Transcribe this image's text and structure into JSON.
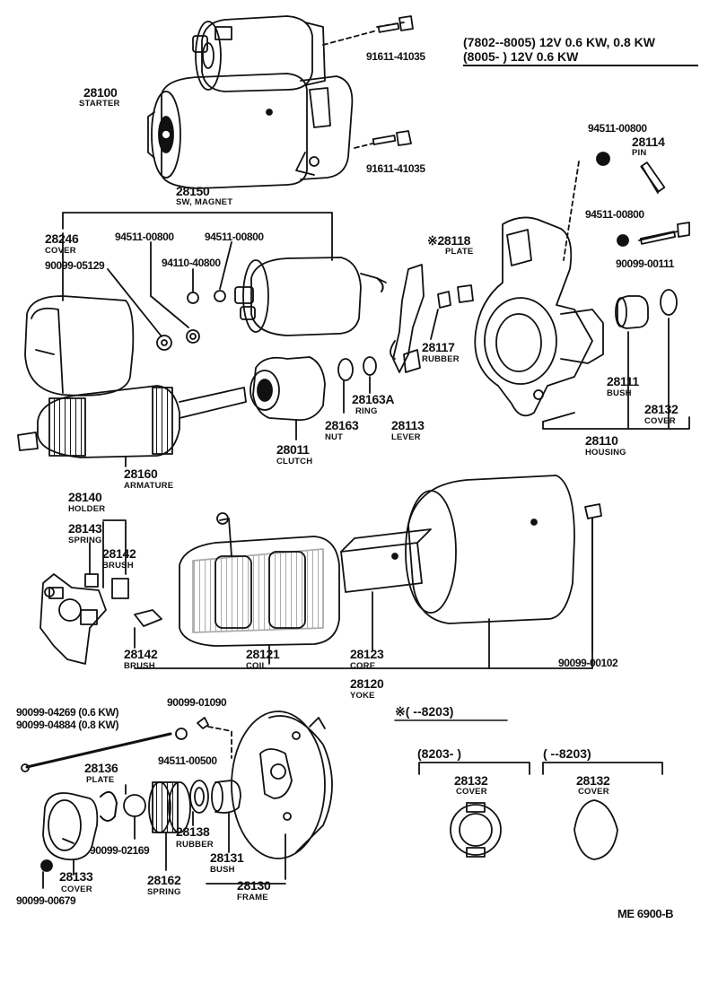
{
  "spec": {
    "line1": "(7802--8005) 12V 0.6 KW, 0.8 KW",
    "line2": "(8005-        ) 12V 0.6 KW"
  },
  "parts": {
    "p28100": {
      "num": "28100",
      "name": "STARTER"
    },
    "p91611a": {
      "num": "91611-41035"
    },
    "p91611b": {
      "num": "91611-41035"
    },
    "p28150": {
      "num": "28150",
      "name": "SW, MAGNET"
    },
    "p28246": {
      "num": "28246",
      "name": "COVER"
    },
    "p90099_05129": {
      "num": "90099-05129"
    },
    "p94511_a": {
      "num": "94511-00800"
    },
    "p94110": {
      "num": "94110-40800"
    },
    "p94511_b": {
      "num": "94511-00800"
    },
    "p94511_c": {
      "num": "94511-00800"
    },
    "p28114": {
      "num": "28114",
      "name": "PIN"
    },
    "p94511_d": {
      "num": "94511-00800"
    },
    "p90099_00111": {
      "num": "90099-00111"
    },
    "p28118": {
      "num": "28118",
      "name": "PLATE"
    },
    "p28117": {
      "num": "28117",
      "name": "RUBBER"
    },
    "p28163A": {
      "num": "28163A",
      "name": "RING"
    },
    "p28163": {
      "num": "28163",
      "name": "NUT"
    },
    "p28113": {
      "num": "28113",
      "name": "LEVER"
    },
    "p28011": {
      "num": "28011",
      "name": "CLUTCH"
    },
    "p28160": {
      "num": "28160",
      "name": "ARMATURE"
    },
    "p28111": {
      "num": "28111",
      "name": "BUSH"
    },
    "p28132a": {
      "num": "28132",
      "name": "COVER"
    },
    "p28110": {
      "num": "28110",
      "name": "HOUSING"
    },
    "p28140": {
      "num": "28140",
      "name": "HOLDER"
    },
    "p28143": {
      "num": "28143",
      "name": "SPRING"
    },
    "p28142a": {
      "num": "28142",
      "name": "BRUSH"
    },
    "p28142b": {
      "num": "28142",
      "name": "BRUSH"
    },
    "p28121": {
      "num": "28121",
      "name": "COIL"
    },
    "p28123": {
      "num": "28123",
      "name": "CORE"
    },
    "p28120": {
      "num": "28120",
      "name": "YOKE"
    },
    "p90099_00102": {
      "num": "90099-00102"
    },
    "p90099_04269": {
      "num": "90099-04269 (0.6 KW)"
    },
    "p90099_04884": {
      "num": "90099-04884 (0.8 KW)"
    },
    "p90099_01090": {
      "num": "90099-01090"
    },
    "p94511_00500": {
      "num": "94511-00500"
    },
    "p28136": {
      "num": "28136",
      "name": "PLATE"
    },
    "p90099_02169": {
      "num": "90099-02169"
    },
    "p28138": {
      "num": "28138",
      "name": "RUBBER"
    },
    "p28131": {
      "num": "28131",
      "name": "BUSH"
    },
    "p28130": {
      "num": "28130",
      "name": "FRAME"
    },
    "p28133": {
      "num": "28133",
      "name": "COVER"
    },
    "p90099_00679": {
      "num": "90099-00679"
    },
    "p28162": {
      "num": "28162",
      "name": "SPRING"
    }
  },
  "inset": {
    "title": "(       --8203)",
    "left_range": "(8203-        )",
    "right_range": "(       --8203)",
    "left_cover_num": "28132",
    "left_cover_name": "COVER",
    "right_cover_num": "28132",
    "right_cover_name": "COVER"
  },
  "footer": {
    "ref": "ME  6900-B"
  }
}
